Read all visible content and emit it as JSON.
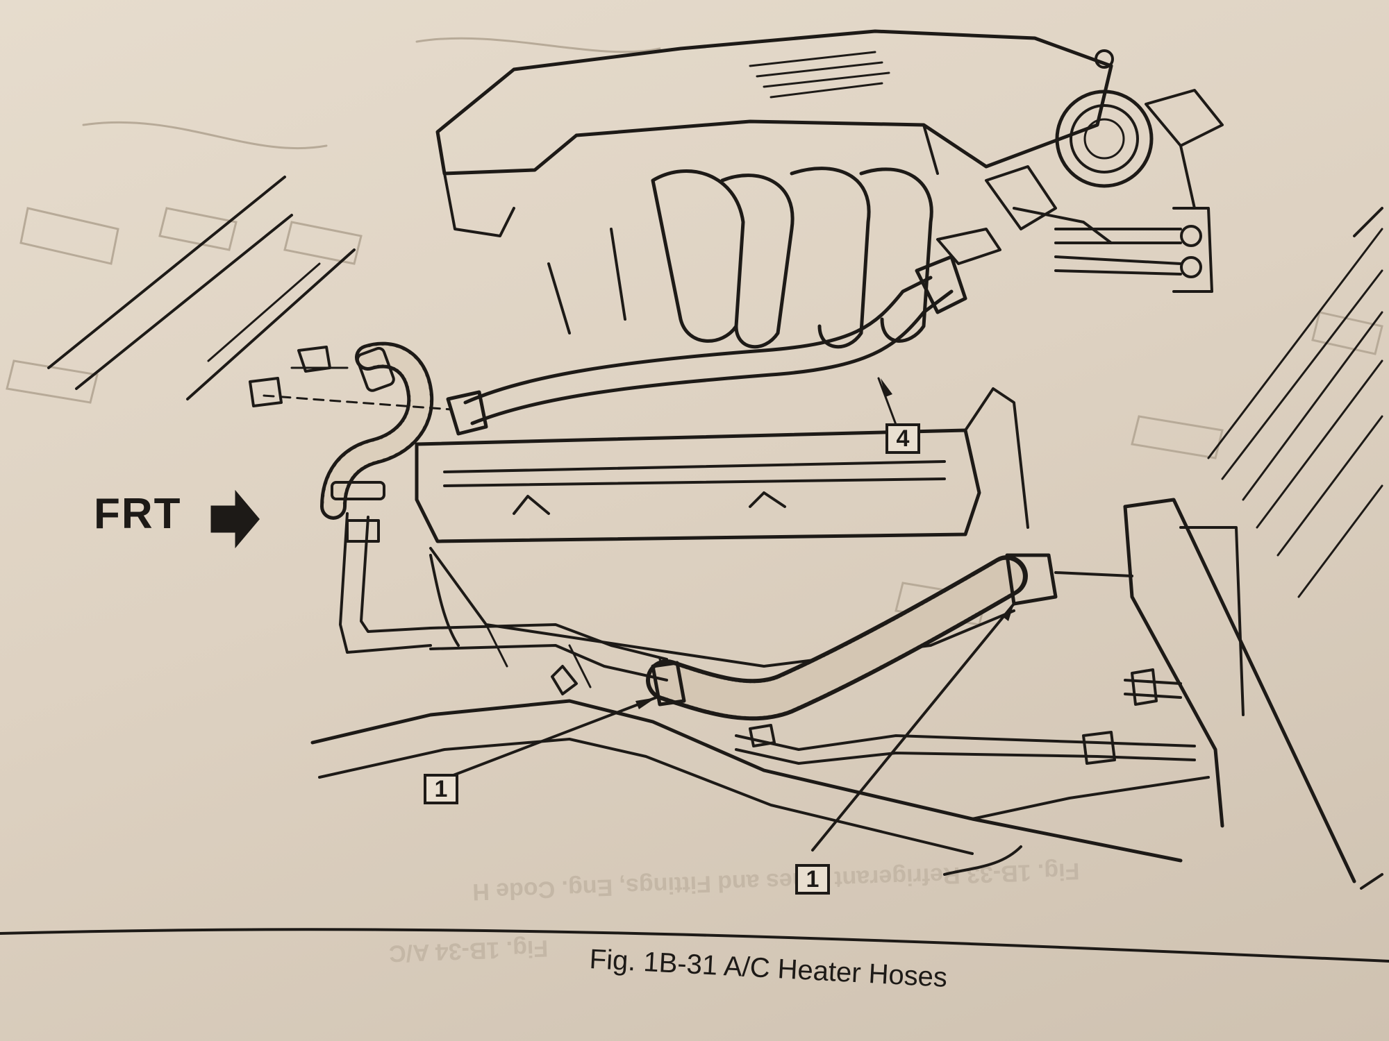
{
  "figure": {
    "frt_label": "FRT",
    "callouts": [
      "4",
      "1",
      "1"
    ],
    "caption": "Fig. 1B-31 A/C Heater Hoses"
  },
  "bleed_through": {
    "caption_a": "Fig. 1B-33 Refrigerant Lines and Fittings, Eng. Code H",
    "caption_b": "Fig. 1B-34 A/C"
  }
}
